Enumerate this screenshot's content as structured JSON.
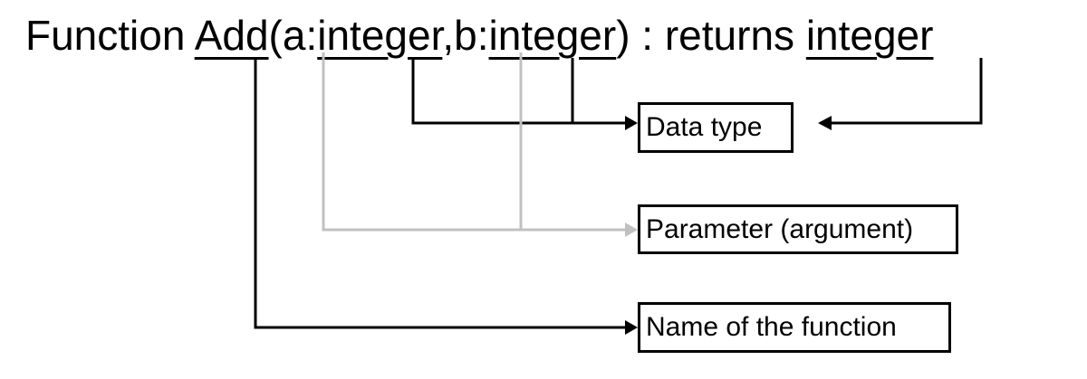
{
  "signature": {
    "keyword": "Function",
    "name": "Add",
    "open_paren": "(",
    "param1_name": "a",
    "colon1": ":",
    "param1_type": "integer",
    "comma": ",",
    "param2_name": "b",
    "colon2": ":",
    "param2_type": "integer",
    "close_paren": ")",
    "returns_text": ": returns",
    "return_type": "integer"
  },
  "labels": {
    "data_type": "Data type",
    "parameter": "Parameter (argument)",
    "function_name": "Name of the function"
  },
  "colors": {
    "black_connector": "#000000",
    "gray_connector": "#c0c0c0"
  }
}
